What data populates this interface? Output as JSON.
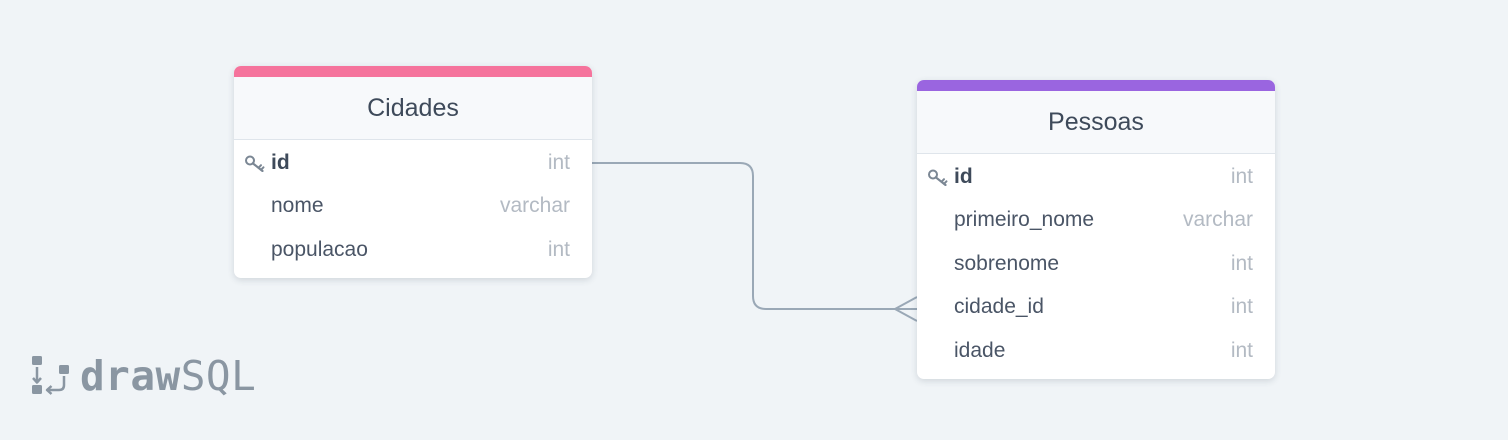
{
  "tables": [
    {
      "name": "Cidades",
      "accent_color": "#f5739c",
      "columns": [
        {
          "name": "id",
          "type": "int",
          "primary_key": true
        },
        {
          "name": "nome",
          "type": "varchar",
          "primary_key": false
        },
        {
          "name": "populacao",
          "type": "int",
          "primary_key": false
        }
      ]
    },
    {
      "name": "Pessoas",
      "accent_color": "#9a65e0",
      "columns": [
        {
          "name": "id",
          "type": "int",
          "primary_key": true
        },
        {
          "name": "primeiro_nome",
          "type": "varchar",
          "primary_key": false
        },
        {
          "name": "sobrenome",
          "type": "int",
          "primary_key": false
        },
        {
          "name": "cidade_id",
          "type": "int",
          "primary_key": false
        },
        {
          "name": "idade",
          "type": "int",
          "primary_key": false
        }
      ]
    }
  ],
  "relationship": {
    "from": "Cidades.id",
    "to": "Pessoas.cidade_id",
    "cardinality": "one-to-many",
    "line_color": "#9aa8b6"
  },
  "logo": {
    "bold_text": "draw",
    "regular_text": "SQL",
    "color": "#8a96a2",
    "icon": "drawsql-logo-icon"
  }
}
